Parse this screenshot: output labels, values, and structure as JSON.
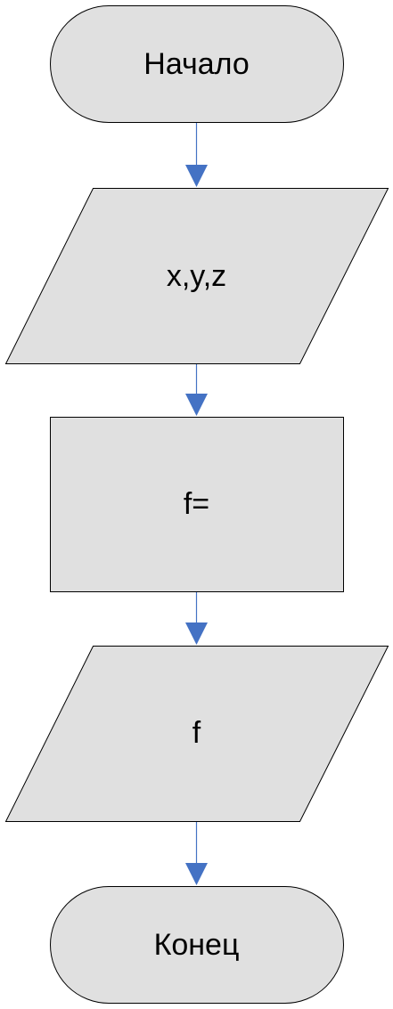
{
  "diagram": {
    "type": "flowchart",
    "colors": {
      "shape_fill": "#e0e0e0",
      "shape_stroke": "#000000",
      "connector": "#4472c4",
      "text": "#000000"
    },
    "nodes": [
      {
        "id": "start",
        "shape": "terminator",
        "label": "Начало"
      },
      {
        "id": "input",
        "shape": "parallelogram",
        "label": "x,y,z"
      },
      {
        "id": "process",
        "shape": "rectangle",
        "label": "f="
      },
      {
        "id": "output",
        "shape": "parallelogram",
        "label": "f"
      },
      {
        "id": "end",
        "shape": "terminator",
        "label": "Конец"
      }
    ],
    "edges": [
      {
        "from": "start",
        "to": "input"
      },
      {
        "from": "input",
        "to": "process"
      },
      {
        "from": "process",
        "to": "output"
      },
      {
        "from": "output",
        "to": "end"
      }
    ]
  }
}
